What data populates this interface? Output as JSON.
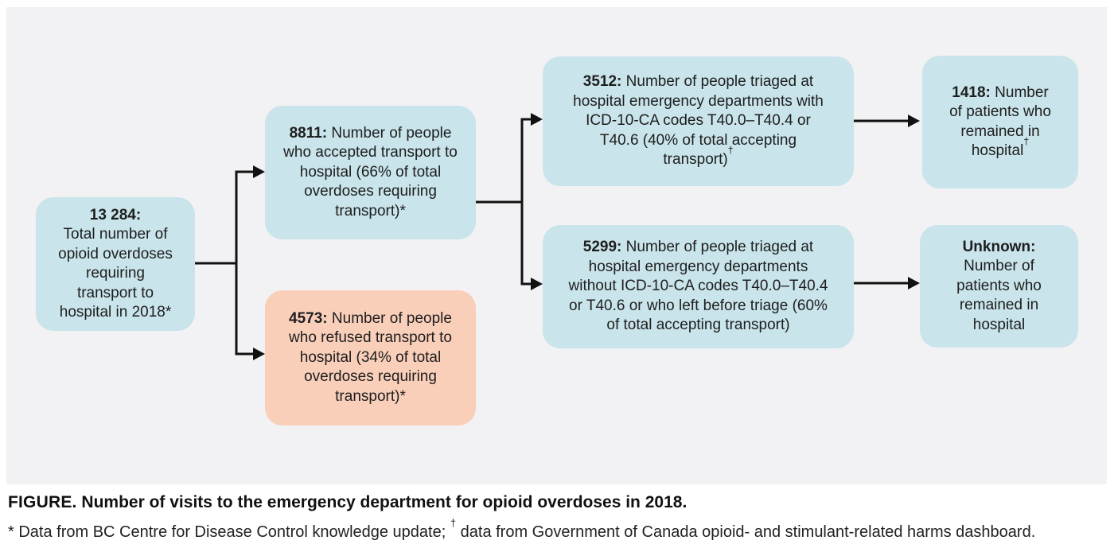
{
  "figure": {
    "caption": {
      "label": "FIGURE.",
      "text": "Number of visits to the emergency department for opioid overdoses in 2018."
    },
    "footnote": {
      "star_marker": "*",
      "star_text": " Data from BC Centre for Disease Control knowledge update; ",
      "dagger_marker": "†",
      "dagger_text": " data from Government of Canada opioid- and stimulant-related harms dashboard."
    }
  },
  "colors": {
    "panel_bg": "#f2f2f4",
    "blue_box": "#c9e4ea",
    "peach_box": "#f9cfba",
    "text": "#1e1e1e",
    "arrow": "#111111"
  },
  "nodes": {
    "total": {
      "value": "13 284:",
      "text": "Total number of opioid overdoses requiring transport to hospital in 2018*"
    },
    "accepted": {
      "value": "8811:",
      "text": "Number of people who accepted transport to hospital (66% of total overdoses requiring transport)*"
    },
    "refused": {
      "value": "4573:",
      "text": "Number of people who refused transport to hospital (34% of total overdoses requiring transport)*"
    },
    "triaged_with_codes": {
      "value": "3512:",
      "text": "Number of people triaged at hospital emergency departments with ICD-10-CA codes T40.0–T40.4 or T40.6 (40% of total accepting transport)",
      "sup": "†"
    },
    "triaged_without_codes": {
      "value": "5299:",
      "text": "Number of people triaged at hospital emergency departments without ICD-10-CA codes T40.0–T40.4 or T40.6 or who left before triage (60% of total accepting transport)"
    },
    "remained_known": {
      "value": "1418:",
      "text": "Number of patients who remained in hospital",
      "sup": "†"
    },
    "remained_unknown": {
      "value": "Unknown:",
      "text": "Number of patients who remained in hospital"
    }
  }
}
